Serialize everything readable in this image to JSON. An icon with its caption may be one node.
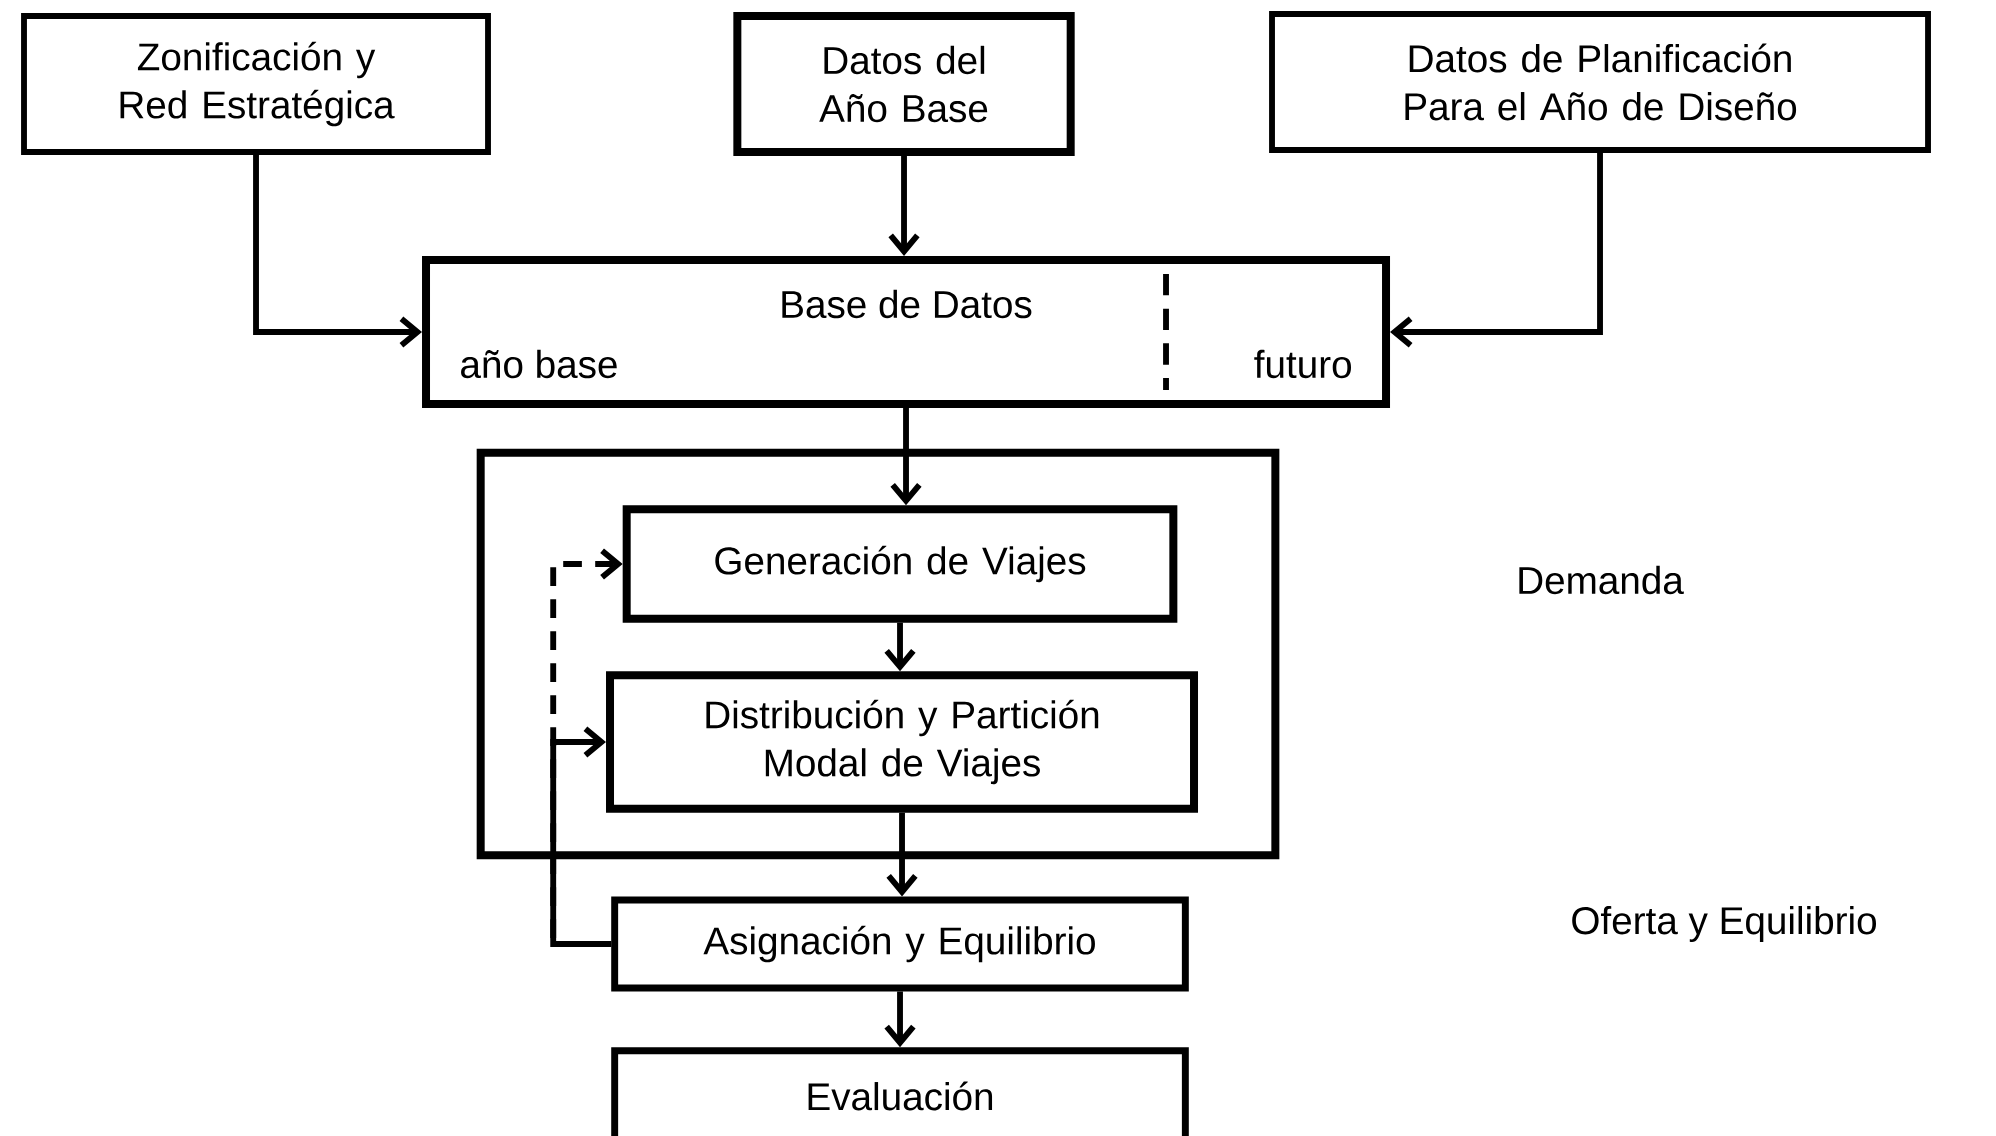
{
  "diagram": {
    "nodes": [
      {
        "text": [
          "Zonificación y Red Estratégica"
        ]
      },
      {
        "text": [
          "Datos del Año Base"
        ]
      },
      {
        "text": [
          "Datos de Planificación Para el Año de Diseño"
        ]
      },
      {
        "text": [
          "Base de Datos",
          "año base",
          "futuro"
        ]
      },
      {
        "text": [],
        "shape": "box"
      },
      {
        "text": [
          "Generación de Viajes"
        ],
        "in": 4
      },
      {
        "text": [
          "Distribución y Partición Modal de Viajes"
        ],
        "in": 4
      },
      {
        "text": [
          "Asignación y Equilibrio"
        ]
      },
      {
        "text": [
          "Evaluación"
        ]
      }
    ],
    "labels": [
      "Demanda",
      "Oferta y Equilibrio"
    ],
    "edges": [
      {
        "from": 0,
        "to": 3,
        "arrow": "to"
      },
      {
        "from": 1,
        "to": 3,
        "arrow": "to"
      },
      {
        "from": 2,
        "to": 3,
        "arrow": "to"
      },
      {
        "from": 3,
        "to": 5,
        "arrow": "to"
      },
      {
        "from": 5,
        "to": 6,
        "arrow": "to"
      },
      {
        "from": 6,
        "to": 7,
        "arrow": "to"
      },
      {
        "from": 7,
        "to": 8,
        "arrow": "to"
      },
      {
        "from": 7,
        "to": 6,
        "arrow": "to"
      },
      {
        "from": 7,
        "to": 5,
        "arrow": "to",
        "style": "dashed"
      }
    ]
  }
}
